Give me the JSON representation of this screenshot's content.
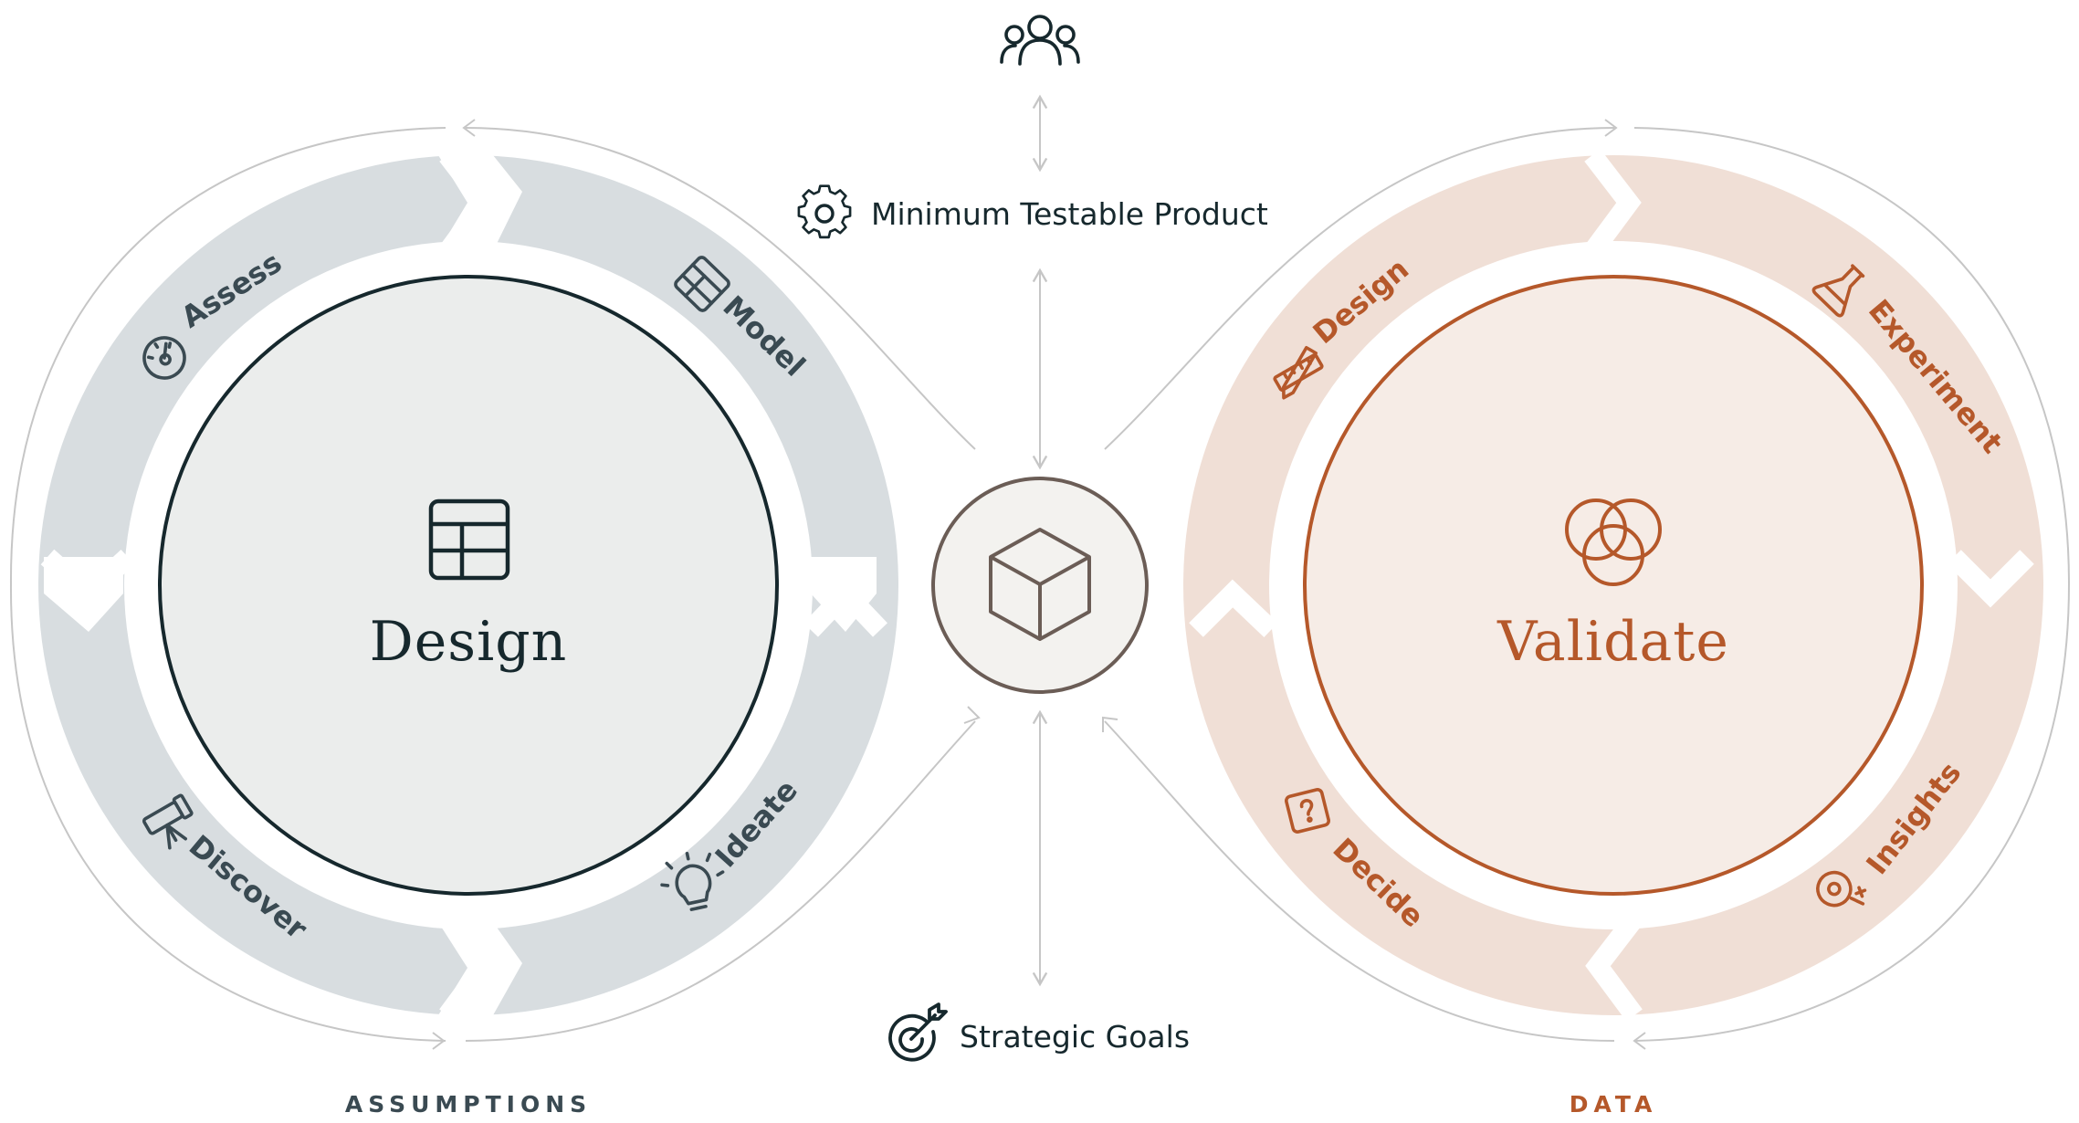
{
  "top_icon": "people-group-icon",
  "mtp": {
    "label": "Minimum Testable Product",
    "icon": "gear-icon"
  },
  "goals": {
    "label": "Strategic Goals",
    "icon": "target-arrow-icon"
  },
  "center": {
    "icon": "cube-icon"
  },
  "design_loop": {
    "title": "Design",
    "footer": "ASSUMPTIONS",
    "center_icon": "layout-grid-icon",
    "stages": [
      {
        "label": "Assess",
        "icon": "gauge-icon"
      },
      {
        "label": "Model",
        "icon": "layout-icon"
      },
      {
        "label": "Ideate",
        "icon": "lightbulb-icon"
      },
      {
        "label": "Discover",
        "icon": "telescope-icon"
      }
    ]
  },
  "validate_loop": {
    "title": "Validate",
    "footer": "DATA",
    "center_icon": "venn-circles-icon",
    "stages": [
      {
        "label": "Design",
        "icon": "ruler-pencil-icon"
      },
      {
        "label": "Experiment",
        "icon": "flask-icon"
      },
      {
        "label": "Insights",
        "icon": "search-plus-icon"
      },
      {
        "label": "Decide",
        "icon": "question-card-icon"
      }
    ]
  },
  "colors": {
    "dark": "#16282d",
    "label_gray": "#3a4a52",
    "ring_gray": "#d8dde0",
    "disk_gray": "#ebedec",
    "accent": "#b5582a",
    "ring_peach": "#f0dfd6",
    "disk_peach": "#f6ece6",
    "connector": "#c6c6c6",
    "hub_fill": "#f3f2ef",
    "hub_stroke": "#6b5d56"
  }
}
